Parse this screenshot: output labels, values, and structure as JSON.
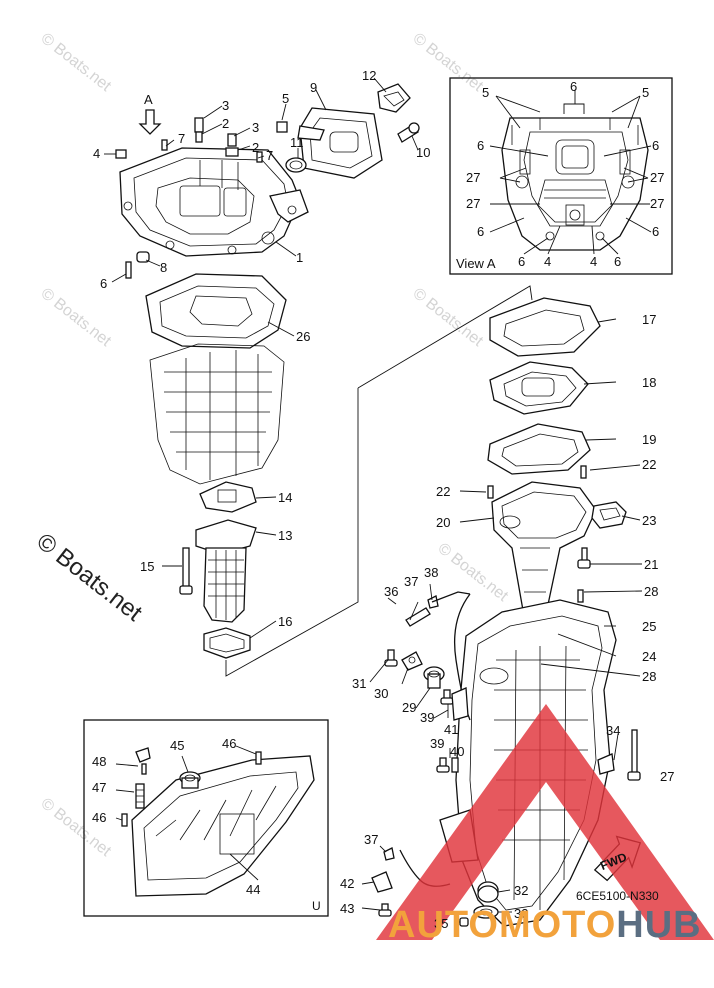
{
  "callouts": [
    {
      "id": "c1",
      "label": "1"
    },
    {
      "id": "c2a",
      "label": "2"
    },
    {
      "id": "c2b",
      "label": "2"
    },
    {
      "id": "c3a",
      "label": "3"
    },
    {
      "id": "c3b",
      "label": "3"
    },
    {
      "id": "c4",
      "label": "4"
    },
    {
      "id": "c5",
      "label": "5"
    },
    {
      "id": "c6",
      "label": "6"
    },
    {
      "id": "c7a",
      "label": "7"
    },
    {
      "id": "c7b",
      "label": "7"
    },
    {
      "id": "c8",
      "label": "8"
    },
    {
      "id": "c9",
      "label": "9"
    },
    {
      "id": "c10",
      "label": "10"
    },
    {
      "id": "c11",
      "label": "11"
    },
    {
      "id": "c12",
      "label": "12"
    },
    {
      "id": "c13",
      "label": "13"
    },
    {
      "id": "c14",
      "label": "14"
    },
    {
      "id": "c15",
      "label": "15"
    },
    {
      "id": "c16",
      "label": "16"
    },
    {
      "id": "c17",
      "label": "17"
    },
    {
      "id": "c18",
      "label": "18"
    },
    {
      "id": "c19",
      "label": "19"
    },
    {
      "id": "c20",
      "label": "20"
    },
    {
      "id": "c21",
      "label": "21"
    },
    {
      "id": "c22a",
      "label": "22"
    },
    {
      "id": "c22b",
      "label": "22"
    },
    {
      "id": "c23",
      "label": "23"
    },
    {
      "id": "c24",
      "label": "24"
    },
    {
      "id": "c25",
      "label": "25"
    },
    {
      "id": "c26",
      "label": "26"
    },
    {
      "id": "c27",
      "label": "27"
    },
    {
      "id": "c28a",
      "label": "28"
    },
    {
      "id": "c28b",
      "label": "28"
    },
    {
      "id": "c29",
      "label": "29"
    },
    {
      "id": "c30",
      "label": "30"
    },
    {
      "id": "c31",
      "label": "31"
    },
    {
      "id": "c32",
      "label": "32"
    },
    {
      "id": "c33",
      "label": "33"
    },
    {
      "id": "c34",
      "label": "34"
    },
    {
      "id": "c35",
      "label": "35"
    },
    {
      "id": "c36",
      "label": "36"
    },
    {
      "id": "c37a",
      "label": "37"
    },
    {
      "id": "c37b",
      "label": "37"
    },
    {
      "id": "c38",
      "label": "38"
    },
    {
      "id": "c39a",
      "label": "39"
    },
    {
      "id": "c39b",
      "label": "39"
    },
    {
      "id": "c40",
      "label": "40"
    },
    {
      "id": "c41",
      "label": "41"
    },
    {
      "id": "c42",
      "label": "42"
    },
    {
      "id": "c43",
      "label": "43"
    },
    {
      "id": "c44",
      "label": "44"
    },
    {
      "id": "c45",
      "label": "45"
    },
    {
      "id": "c46a",
      "label": "46"
    },
    {
      "id": "c46b",
      "label": "46"
    },
    {
      "id": "c47",
      "label": "47"
    },
    {
      "id": "c48",
      "label": "48"
    },
    {
      "id": "va5a",
      "label": "5"
    },
    {
      "id": "va5b",
      "label": "5"
    },
    {
      "id": "va6t",
      "label": "6"
    },
    {
      "id": "va6l",
      "label": "6"
    },
    {
      "id": "va6r",
      "label": "6"
    },
    {
      "id": "va27la",
      "label": "27"
    },
    {
      "id": "va27ra",
      "label": "27"
    },
    {
      "id": "va27lb",
      "label": "27"
    },
    {
      "id": "va27rb",
      "label": "27"
    },
    {
      "id": "va6lb",
      "label": "6"
    },
    {
      "id": "va6rb",
      "label": "6"
    },
    {
      "id": "va6b1",
      "label": "6"
    },
    {
      "id": "va4a",
      "label": "4"
    },
    {
      "id": "va4b",
      "label": "4"
    },
    {
      "id": "va6b2",
      "label": "6"
    }
  ],
  "arrow_label": "A",
  "view_label": "View A",
  "fwd_label": "FWD",
  "part_code": "6CE5100-N330",
  "inset_corner_label": "U",
  "copyright_watermark": "© Boats.net",
  "faint_watermark": "© Boats.net",
  "brand": {
    "part1": "AUTOMOTO",
    "part2": "HUB",
    "color1": "#f2a23c",
    "color2": "#5b6e82"
  },
  "colors": {
    "ink": "#111111",
    "warning_red": "#e0333a",
    "watermark": "#d4d4d4"
  }
}
